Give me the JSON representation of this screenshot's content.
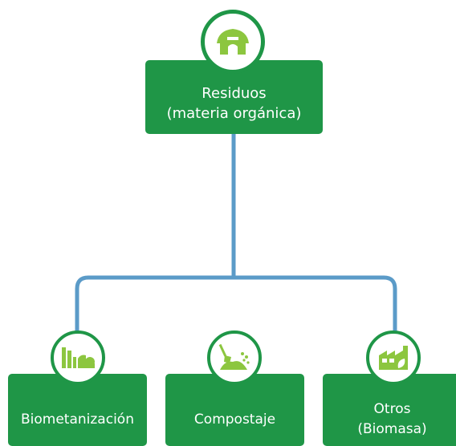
{
  "diagram": {
    "root": {
      "label": "Residuos\n(materia orgánica)",
      "icon": "barn-icon"
    },
    "children": [
      {
        "label": "Biometanización",
        "icon": "biogas-plant-icon"
      },
      {
        "label": "Compostaje",
        "icon": "shovel-compost-icon"
      },
      {
        "label": "Otros\n(Biomasa)",
        "icon": "factory-leaf-icon"
      }
    ],
    "colors": {
      "box": "#1f9647",
      "icon": "#8cc63f",
      "connector": "#5b9bc8"
    }
  }
}
